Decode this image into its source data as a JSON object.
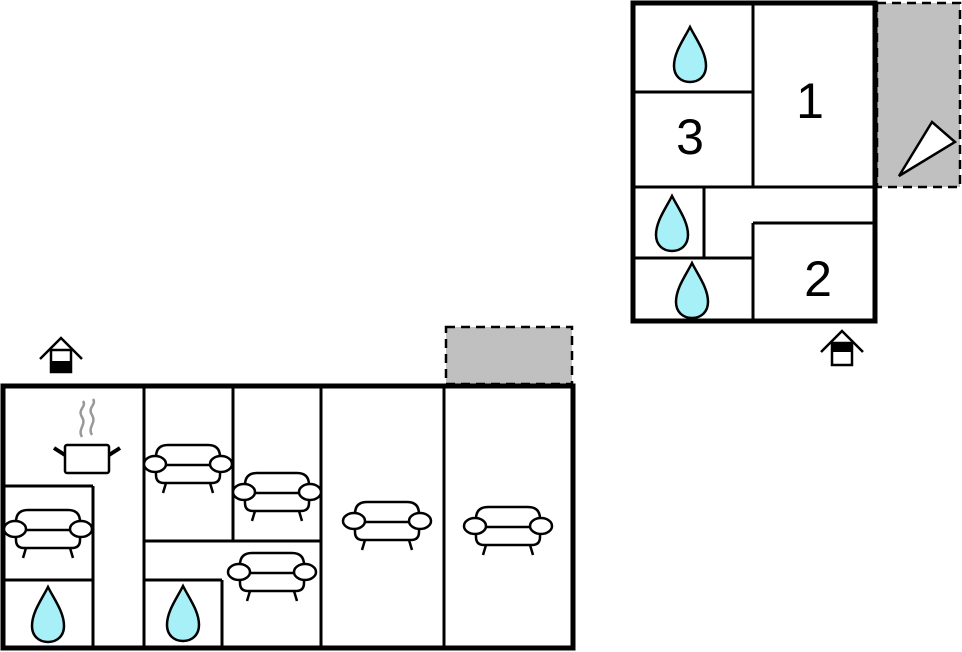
{
  "title": "Floor plan",
  "colors": {
    "water": "#a8f0f8",
    "terrace": "#c0c0c0",
    "wall": "#000000",
    "steam": "#999999"
  },
  "upper_floor": {
    "rooms": [
      {
        "name": "bedroom-1",
        "label": "1"
      },
      {
        "name": "bedroom-2",
        "label": "2"
      },
      {
        "name": "bedroom-3",
        "label": "3"
      }
    ],
    "icons": [
      "water-drop-icon",
      "water-drop-icon",
      "water-drop-icon",
      "terrace",
      "sun-lounger-icon",
      "entrance-icon"
    ]
  },
  "lower_floor": {
    "icons": [
      "kitchen-pot-icon",
      "sofa-icon",
      "sofa-icon",
      "sofa-icon",
      "sofa-icon",
      "sofa-icon",
      "sofa-icon",
      "water-drop-icon",
      "water-drop-icon",
      "terrace",
      "entrance-icon"
    ]
  }
}
